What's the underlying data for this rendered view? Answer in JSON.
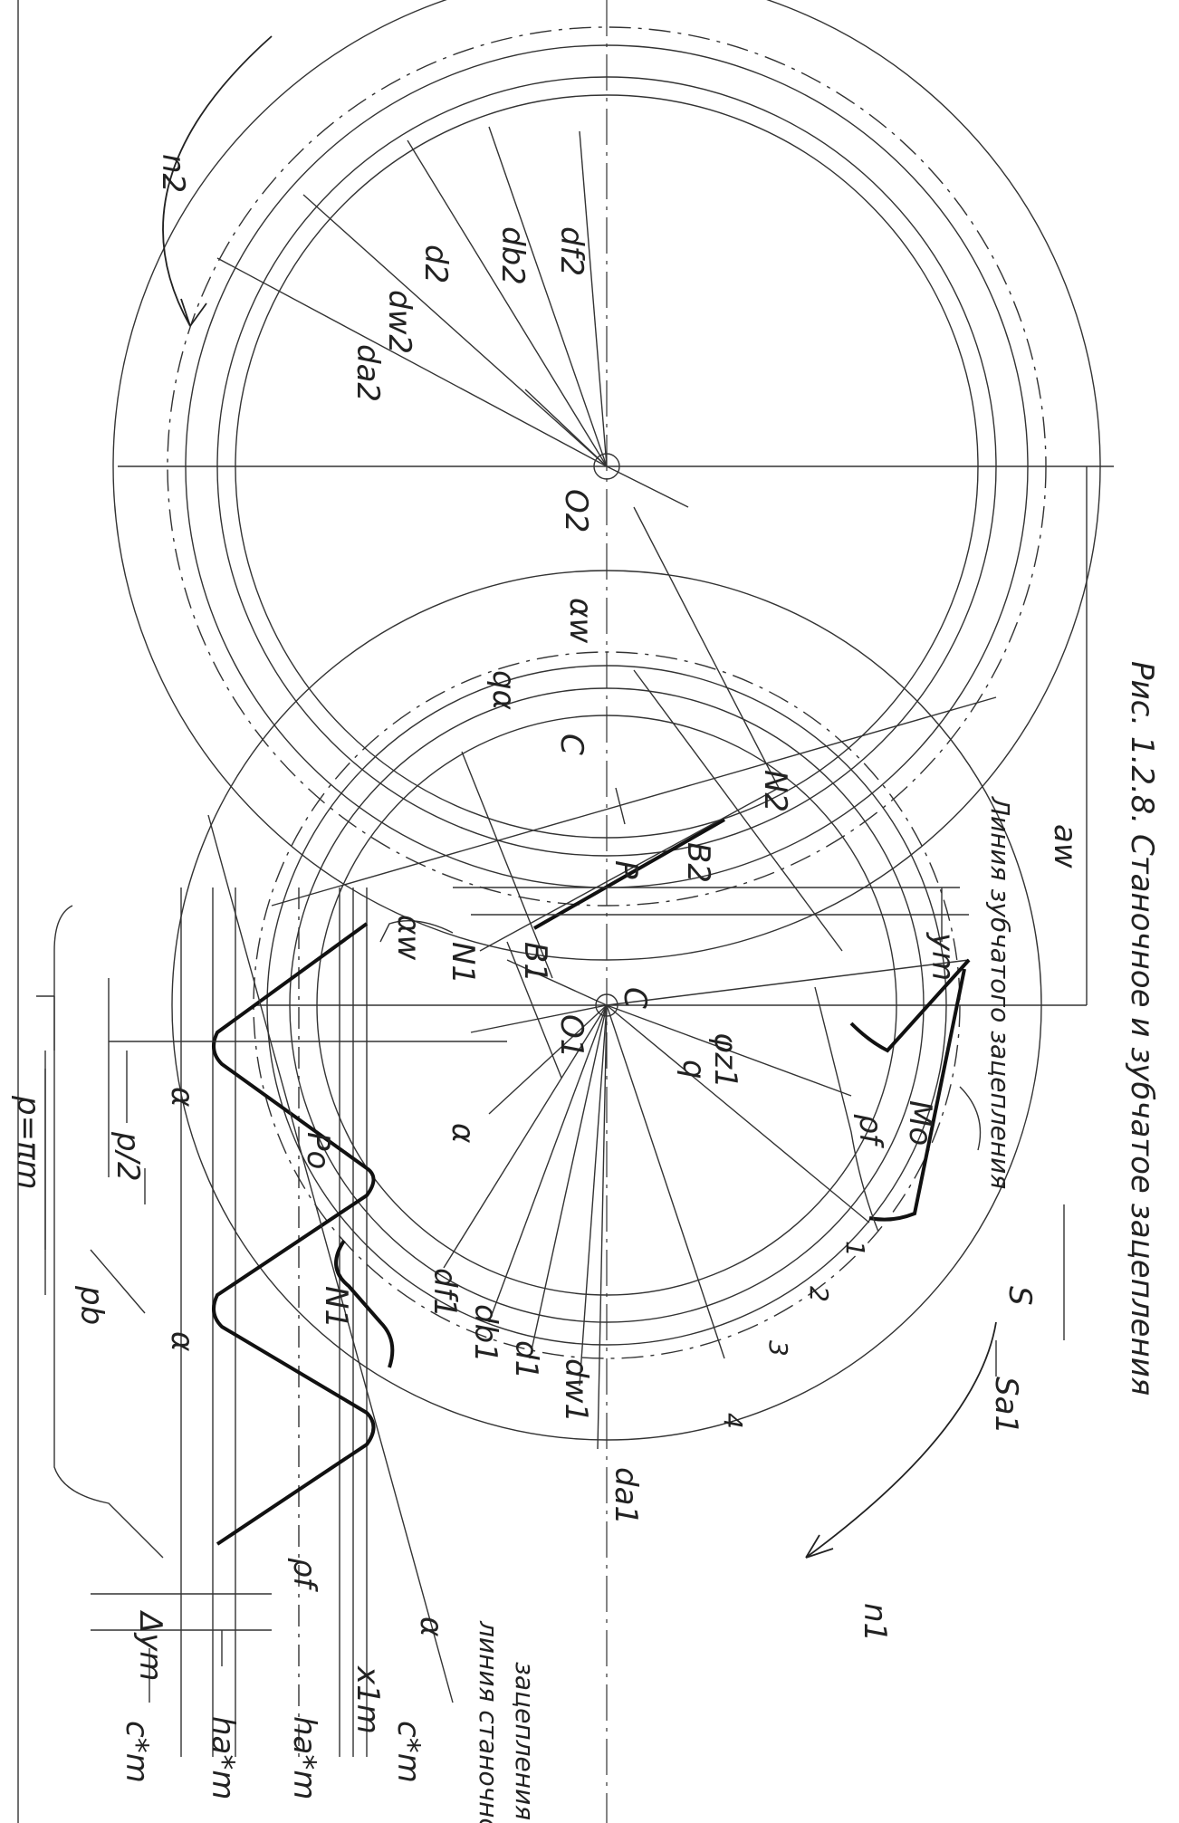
{
  "caption": "Рис. 1.2.8. Станочное и зубчатое зацепления",
  "labels": {
    "n2": "n2",
    "n1": "n1",
    "da2": "da2",
    "dw2": "dw2",
    "d2": "d2",
    "db2": "db2",
    "df2": "df2",
    "O2": "O2",
    "O1": "O1",
    "aw_angle_top": "αw",
    "aw_angle_mid": "αw",
    "aw_distance": "aw",
    "q_alpha": "qα",
    "q": "q",
    "C_top": "C",
    "C_mid": "C",
    "N2": "N2",
    "N1": "N1",
    "B2": "B2",
    "B1": "B1",
    "P": "P",
    "Po": "Po",
    "N1_rack": "N1",
    "ym": "ym",
    "gear_mesh_line": "Линия зубчатого зацепления",
    "p_pi_m": "p=πm",
    "p_half": "p/2",
    "pb": "pb",
    "alpha_1": "α",
    "alpha_2": "α",
    "alpha_3": "α",
    "alpha_4": "α",
    "rho_f_left": "ρf",
    "rho_f_right": "ρf",
    "phi_z1": "φz1",
    "Mo": "Mo",
    "S": "S",
    "Sa1": "Sa1",
    "df1": "df1",
    "db1": "db1",
    "d1": "d1",
    "dw1": "dw1",
    "da1": "da1",
    "pt1": "1",
    "pt2": "2",
    "pt3": "3",
    "pt4": "4",
    "delta_ym": "Δym",
    "x1m": "x1m",
    "c_star_m_top": "c*m",
    "ha_star_m_1": "ha*m",
    "ha_star_m_2": "ha*m",
    "c_star_m_bottom": "c*m",
    "rack_mesh_line_1": "линия станочного",
    "rack_mesh_line_2": "зацепления"
  }
}
